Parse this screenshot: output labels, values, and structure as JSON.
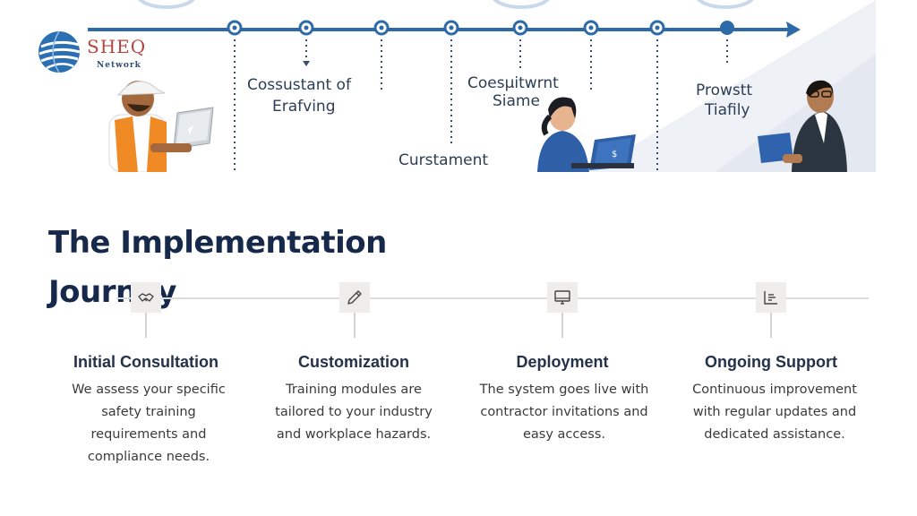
{
  "brand": {
    "name": "SHEQ",
    "tagline": "Network"
  },
  "hero": {
    "labels": [
      "Cossustant of",
      "Erafving",
      "Coesμitwrnt",
      "Siame",
      "Curstament",
      "Prowstt",
      "Tiafily"
    ]
  },
  "heading": {
    "line1": "The Implementation",
    "line2": "Journey"
  },
  "steps": [
    {
      "icon": "handshake-icon",
      "title": "Initial Consultation",
      "description": "We assess your specific safety training requirements and compliance needs."
    },
    {
      "icon": "pencil-icon",
      "title": "Customization",
      "description": "Training modules are tailored to your industry and workplace hazards."
    },
    {
      "icon": "monitor-icon",
      "title": "Deployment",
      "description": "The system goes live with contractor invitations and easy access."
    },
    {
      "icon": "bar-chart-icon",
      "title": "Ongoing Support",
      "description": "Continuous improvement with regular updates and dedicated assistance."
    }
  ],
  "colors": {
    "heading": "#16294a",
    "timeline_blue": "#2d6aa8",
    "brand_red": "#b5443d",
    "vest_orange": "#f08a24"
  }
}
